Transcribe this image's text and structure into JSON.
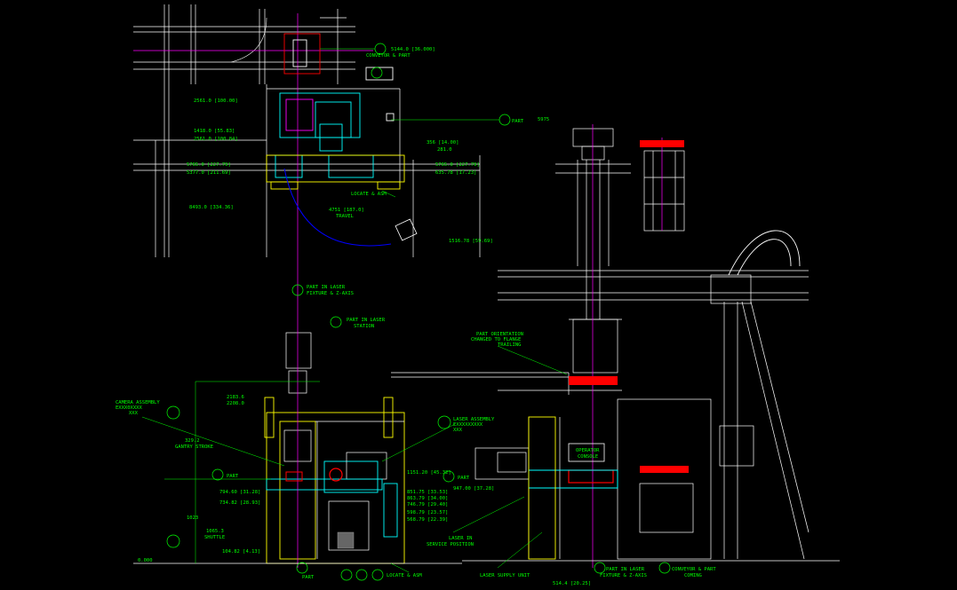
{
  "colors": {
    "background": "#000000",
    "dimension": "#00ff00",
    "frame": "#ffffff",
    "guard": "#ffff00",
    "robot": "#00ffff",
    "mechanism": "#ff0000",
    "centerline": "#ff00ff",
    "travel": "#0000ff"
  },
  "labels": {
    "conveyor_dim": "5144.0 [36.000]",
    "conveyor_part": "CONVEYOR & PART",
    "dim_top_left_1": "2561.0 [100.00]",
    "dim_left_2": "1418.0 [55.83]",
    "dim_left_3": "2561.0 [100.84]",
    "dim_left_4": "5765.0 [227.79]",
    "dim_left_5": "5377.0 [211.69]",
    "dim_left_6": "8493.0 [334.36]",
    "part_station": "PART",
    "part_station_dim": "5975",
    "dim_right_1": "356 [14.00]",
    "dim_right_2": "281.0",
    "dim_right_3": "5765.0 [227.79]",
    "dim_right_4": "635.78 [17.23]",
    "locate_asm_top": "LOCATE & ASM",
    "travel_dim": "4751 [187.0]",
    "travel_lbl": "TRAVEL",
    "dim_far_right": "1516.78 [59.69]",
    "part_in_laser_fixture_1": "PART IN LASER",
    "part_in_laser_fixture_2": "FIXTURE & Z-AXIS",
    "part_in_laser_station_1": "PART IN LASER",
    "part_in_laser_station_2": "STATION",
    "part_orientation_1": "PART ORIENTATION",
    "part_orientation_2": "CHANGED TO FLANGE",
    "part_orientation_3": "TRAILING",
    "camera_asm_1": "CAMERA ASSEMBLY",
    "camera_asm_2": "EXXX0XXXX",
    "camera_asm_3": "XXX",
    "gantry_dim": "329.2",
    "gantry_stroke": "GANTRY STROKE",
    "dim_2183": "2183.6",
    "dim_2209": "2208.0",
    "part_mid": "PART",
    "dim_794": "794.60 [31.28]",
    "dim_734": "734.82 [28.93]",
    "dim_1023": "1023",
    "shuttle_dim": "1065.3",
    "shuttle": "SHUTTLE",
    "dim_bottom_left": "104.82 [4.13]",
    "dim_zero": "0.000",
    "laser_asm_1": "LASER ASSEMBLY",
    "laser_asm_2": "EXXXXXXXXX",
    "laser_asm_3": "XXX",
    "dim_1151": "1151.20 [45.32]",
    "part_right": "PART",
    "dim_947": "947.00 [37.28]",
    "dim_851": "851.75 [33.53]",
    "dim_863": "863.79 [34.00]",
    "dim_746": "746.79 [29.40]",
    "dim_598": "598.79 [23.57]",
    "dim_568": "568.79 [22.39]",
    "operator_console_1": "OPERATOR",
    "operator_console_2": "CONSOLE",
    "laser_service_1": "LASER IN",
    "laser_service_2": "SERVICE POSITION",
    "laser_supply": "LASER SUPPLY UNIT",
    "part_bottom": "PART",
    "locate_asm_bottom": "LOCATE & ASM",
    "part_in_laser_bottom_1": "PART IN LASER",
    "part_in_laser_bottom_2": "FIXTURE & Z-AXIS",
    "conveyor_coming_1": "CONVEYOR & PART",
    "conveyor_coming_2": "COMING",
    "dim_bottom_mid": "514.4 [20.25]"
  }
}
